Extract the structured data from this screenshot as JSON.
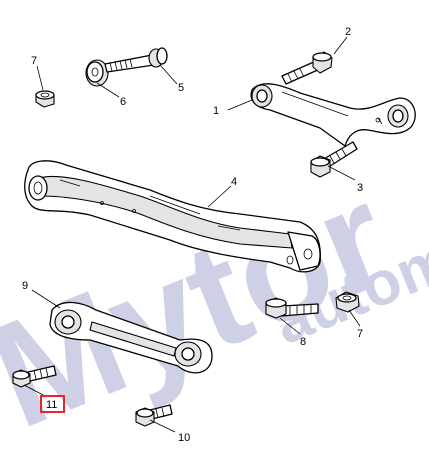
{
  "watermark": {
    "main": "Mytor",
    "secondary": "autom"
  },
  "callouts": [
    {
      "id": "1",
      "label": "1"
    },
    {
      "id": "2",
      "label": "2"
    },
    {
      "id": "3",
      "label": "3"
    },
    {
      "id": "4",
      "label": "4"
    },
    {
      "id": "5",
      "label": "5"
    },
    {
      "id": "6",
      "label": "6"
    },
    {
      "id": "7a",
      "label": "7"
    },
    {
      "id": "7b",
      "label": "7"
    },
    {
      "id": "8",
      "label": "8"
    },
    {
      "id": "9",
      "label": "9"
    },
    {
      "id": "10",
      "label": "10"
    },
    {
      "id": "11",
      "label": "11"
    }
  ],
  "highlighted_callout": "11",
  "colors": {
    "highlight": "#e8252e",
    "watermark": "#c9cde3",
    "line": "#000000"
  }
}
